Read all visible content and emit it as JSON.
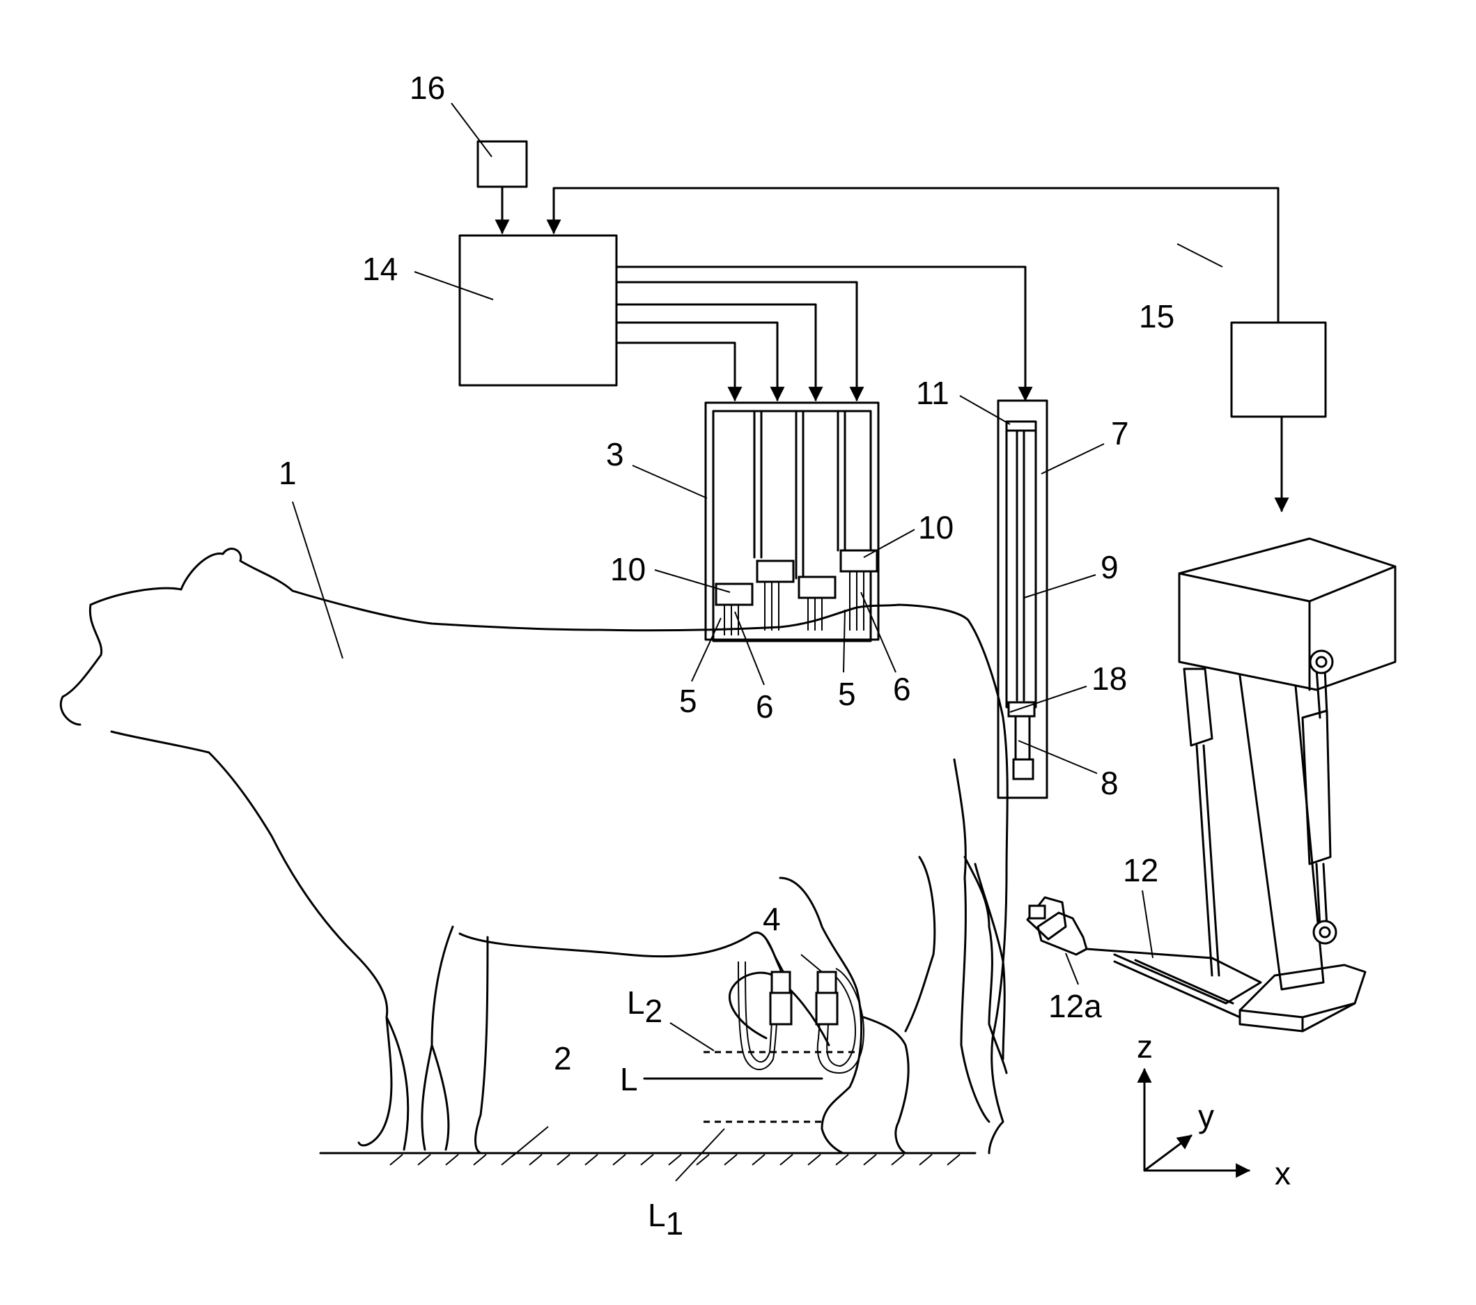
{
  "labels": {
    "cow": "1",
    "floor": "2",
    "teat_cup_rack": "3",
    "teat_cups": "4",
    "item5_left": "5",
    "item6_left": "6",
    "item5_right": "5",
    "item6_right": "6",
    "cylinder_housing": "7",
    "cylinder_end": "8",
    "piston_rod": "9",
    "item10_left": "10",
    "item10_right": "10",
    "cylinder_top": "11",
    "robot_arm": "12",
    "gripper": "12a",
    "control_unit": "14",
    "camera_unit": "15",
    "input_device": "16",
    "piston": "18",
    "level_L": "L",
    "level_L1_main": "L",
    "level_L1_sub": "1",
    "level_L2_main": "L",
    "level_L2_sub": "2"
  },
  "axes": {
    "x": "x",
    "y": "y",
    "z": "z"
  }
}
